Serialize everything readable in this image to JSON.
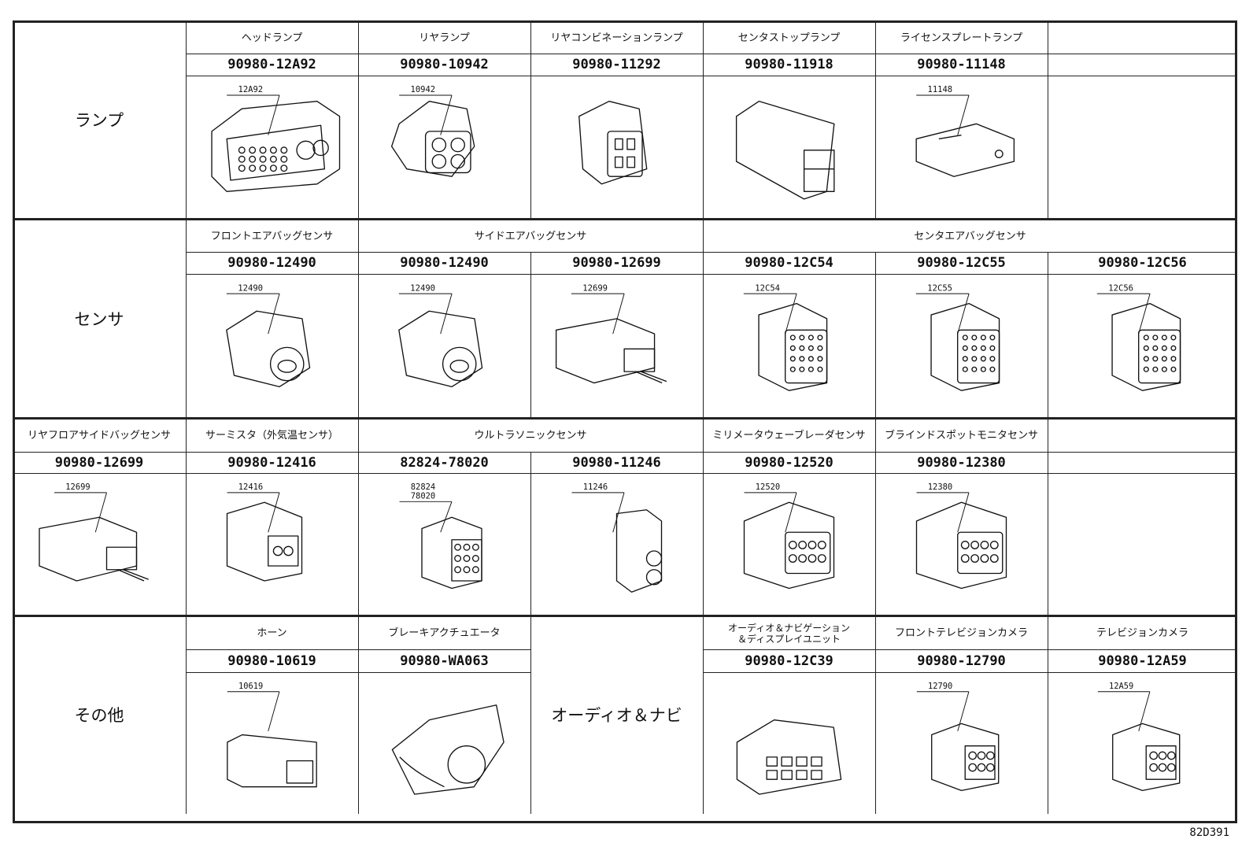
{
  "categories": [
    "ランプ",
    "センサ",
    "その他"
  ],
  "rows": [
    {
      "cells": [
        {
          "name": "ヘッドランプ",
          "part": "90980-12A92",
          "callout": "12A92",
          "drawing": "headlamp-connector"
        },
        {
          "name": "リヤランプ",
          "part": "90980-10942",
          "callout": "10942",
          "drawing": "round-4pin-connector"
        },
        {
          "name": "リヤコンビネーションランプ",
          "part": "90980-11292",
          "callout": "",
          "drawing": "square-4pin-connector"
        },
        {
          "name": "センタストップランプ",
          "part": "90980-11918",
          "callout": "",
          "drawing": "box-connector"
        },
        {
          "name": "ライセンスプレートランプ",
          "part": "90980-11148",
          "callout": "11148",
          "drawing": "flat-connector"
        },
        {
          "name": "",
          "part": "",
          "callout": "",
          "drawing": ""
        }
      ]
    },
    {
      "groups": [
        "フロントエアバッグセンサ",
        "サイドエアバッグセンサ",
        "センタエアバッグセンサ"
      ],
      "cells": [
        {
          "part": "90980-12490",
          "callout": "12490",
          "drawing": "airbag-connector"
        },
        {
          "part": "90980-12490",
          "callout": "12490",
          "drawing": "airbag-connector"
        },
        {
          "part": "90980-12699",
          "callout": "12699",
          "drawing": "lead-connector"
        },
        {
          "part": "90980-12C54",
          "callout": "12C54",
          "drawing": "multi-pin-connector"
        },
        {
          "part": "90980-12C55",
          "callout": "12C55",
          "drawing": "multi-pin-connector"
        },
        {
          "part": "90980-12C56",
          "callout": "12C56",
          "drawing": "multi-pin-connector"
        }
      ]
    },
    {
      "groups": [
        "リヤフロアサイドバッグセンサ",
        "サーミスタ（外気温センサ）",
        "ウルトラソニックセンサ",
        "ミリメータウェーブレーダセンサ",
        "ブラインドスポットモニタセンサ",
        ""
      ],
      "cells": [
        {
          "part": "90980-12699",
          "callout": "12699",
          "drawing": "lead-connector"
        },
        {
          "part": "90980-12416",
          "callout": "12416",
          "drawing": "thermistor-connector"
        },
        {
          "part": "82824-78020",
          "callout": "82824\n78020",
          "drawing": "round-pin-connector"
        },
        {
          "part": "90980-11246",
          "callout": "11246",
          "drawing": "ultrasonic-connector"
        },
        {
          "part": "90980-12520",
          "callout": "12520",
          "drawing": "radar-connector"
        },
        {
          "part": "90980-12380",
          "callout": "12380",
          "drawing": "radar-connector"
        },
        {
          "part": "",
          "callout": "",
          "drawing": ""
        }
      ]
    },
    {
      "cells": [
        {
          "name": "ホーン",
          "part": "90980-10619",
          "callout": "10619",
          "drawing": "horn-connector"
        },
        {
          "name": "ブレーキアクチュエータ",
          "part": "90980-WA063",
          "callout": "",
          "drawing": "actuator-connector"
        },
        {
          "merged": "オーディオ＆ナビ"
        },
        {
          "name": "オーディオ＆ナビゲーション\n＆ディスプレイユニット",
          "part": "90980-12C39",
          "callout": "",
          "drawing": "audio-connector"
        },
        {
          "name": "フロントテレビジョンカメラ",
          "part": "90980-12790",
          "callout": "12790",
          "drawing": "camera-connector"
        },
        {
          "name": "テレビジョンカメラ",
          "part": "90980-12A59",
          "callout": "12A59",
          "drawing": "camera-connector"
        }
      ]
    }
  ],
  "diagram_id": "82D391"
}
